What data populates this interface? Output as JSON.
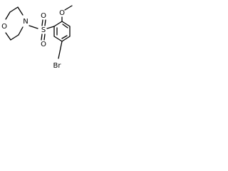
{
  "molecule": {
    "atoms": {
      "oxygen_morpholine": "O",
      "nitrogen_morpholine": "N",
      "sulfur": "S",
      "oxygen_sulfonyl_top": "O",
      "oxygen_sulfonyl_bottom": "O",
      "oxygen_methoxy": "O",
      "bromine": "Br"
    }
  }
}
